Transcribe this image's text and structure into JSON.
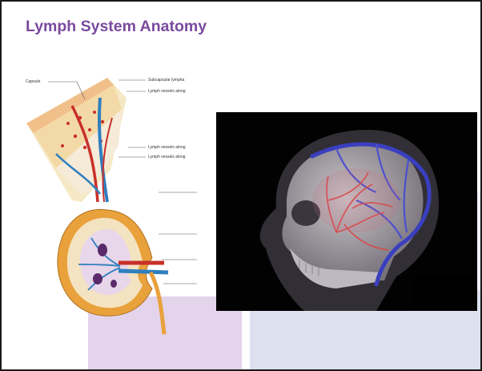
{
  "slide": {
    "title": "Lymph System Anatomy"
  },
  "diagram": {
    "labels": {
      "capsule": "Capsule",
      "subcapsular": "Subcapsular lympha",
      "vessels_1": "Lymph vessels along",
      "vessels_2": "Lymph vessels along",
      "vessels_3": "Lymph vessels along"
    }
  },
  "colors": {
    "title": "#7a4a9e",
    "deco_purple": "#e3d3eb",
    "deco_blue": "#dde0ee"
  }
}
